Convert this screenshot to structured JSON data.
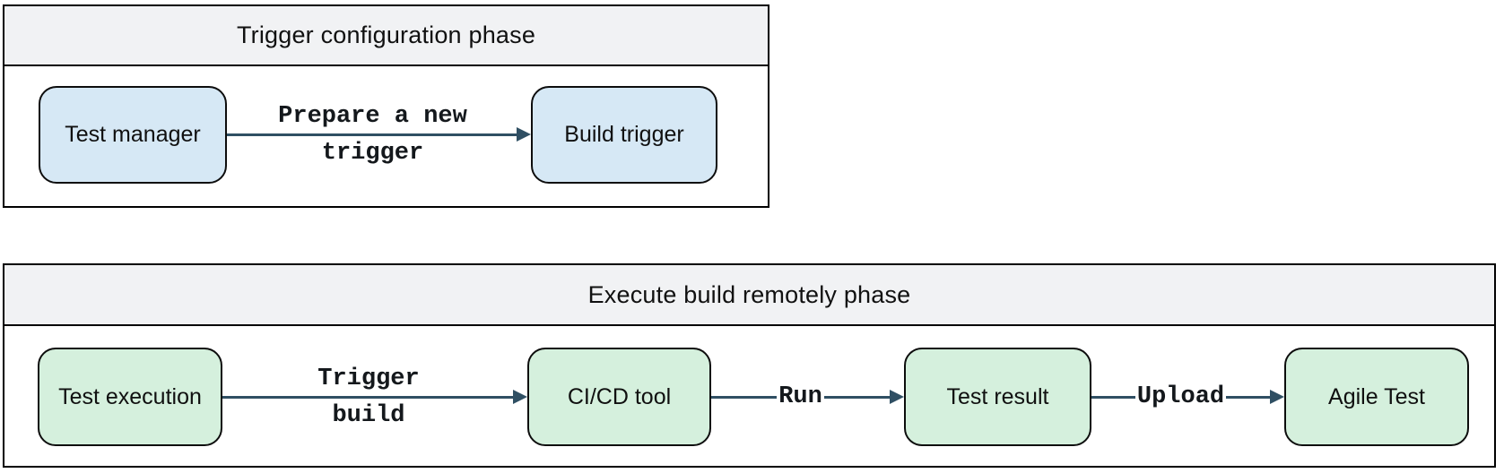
{
  "colors": {
    "background": "#ffffff",
    "container_border": "#000000",
    "header_fill": "#f1f2f4",
    "node_border": "#0d0d0d",
    "node_blue_fill": "#d6e8f5",
    "node_green_fill": "#d5f0dd",
    "arrow": "#2f4f63",
    "edge_label_text": "#14181c"
  },
  "phases": [
    {
      "title": "Trigger configuration phase",
      "nodes": [
        {
          "label": "Test manager"
        },
        {
          "label": "Build trigger"
        }
      ],
      "edges": [
        {
          "lines": [
            "Prepare a new",
            "trigger"
          ]
        }
      ]
    },
    {
      "title": "Execute build remotely phase",
      "nodes": [
        {
          "label": "Test execution"
        },
        {
          "label": "CI/CD tool"
        },
        {
          "label": "Test result"
        },
        {
          "label": "Agile Test"
        }
      ],
      "edges": [
        {
          "lines": [
            "Trigger",
            "build"
          ]
        },
        {
          "lines": [
            "Run"
          ]
        },
        {
          "lines": [
            "Upload"
          ]
        }
      ]
    }
  ]
}
